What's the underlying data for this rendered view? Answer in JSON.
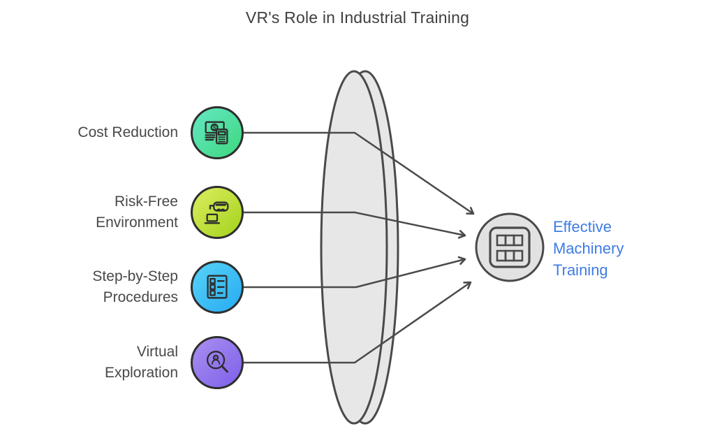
{
  "title": "VR's Role in Industrial Training",
  "items": [
    {
      "label": "Cost Reduction",
      "lines": [
        "Cost Reduction"
      ],
      "icon": "money-calculator-icon",
      "gradient_from": "#63e6c1",
      "gradient_to": "#3fd982"
    },
    {
      "label": "Risk-Free Environment",
      "lines": [
        "Risk-Free",
        "Environment"
      ],
      "icon": "vr-headset-laptop-icon",
      "gradient_from": "#d9ec5c",
      "gradient_to": "#a6d41f"
    },
    {
      "label": "Step-by-Step Procedures",
      "lines": [
        "Step-by-Step",
        "Procedures"
      ],
      "icon": "checklist-icon",
      "gradient_from": "#55d1f7",
      "gradient_to": "#29adf2"
    },
    {
      "label": "Virtual Exploration",
      "lines": [
        "Virtual",
        "Exploration"
      ],
      "icon": "magnifier-robot-icon",
      "gradient_from": "#a78df0",
      "gradient_to": "#7f62ea"
    }
  ],
  "result": {
    "label": "Effective Machinery Training",
    "lines": [
      "Effective",
      "Machinery",
      "Training"
    ],
    "icon": "machinery-grid-icon",
    "text_color": "#3e7ce5"
  },
  "colors": {
    "background": "#ffffff",
    "stroke": "#4a4a4a",
    "lens_fill": "#e7e7e7",
    "node_fill": "#e2e2e2",
    "icon_stroke": "#2d2d2d",
    "title_color": "#3f3f3f",
    "label_color": "#484848"
  }
}
